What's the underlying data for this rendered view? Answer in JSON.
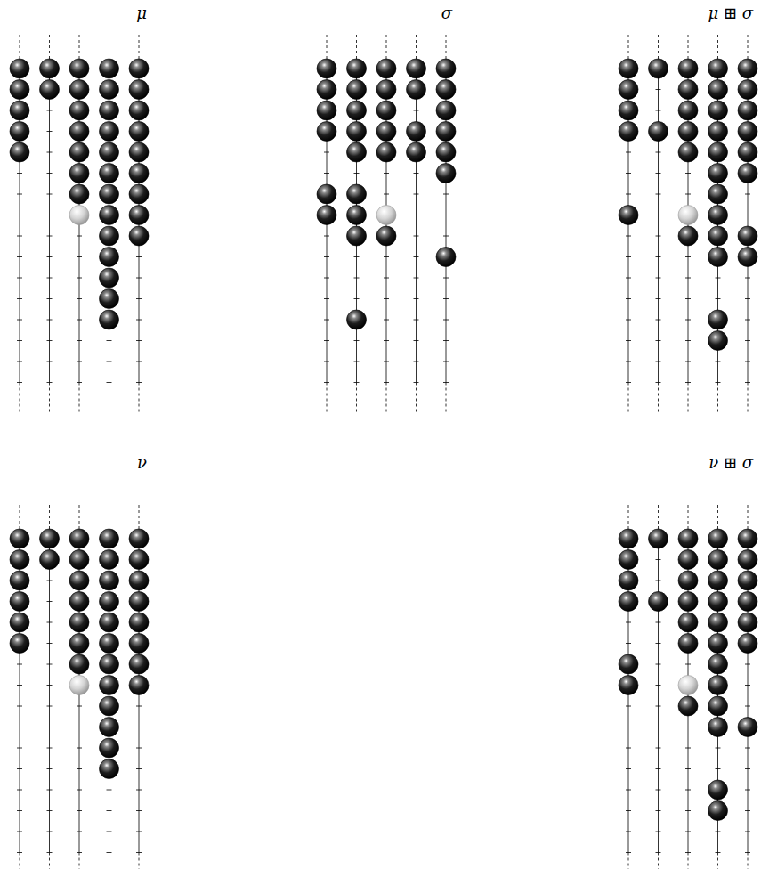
{
  "diagram": {
    "labels": [
      "μ",
      "σ",
      "μ ⊞ σ",
      "ν",
      "ν ⊞ σ"
    ]
  }
}
